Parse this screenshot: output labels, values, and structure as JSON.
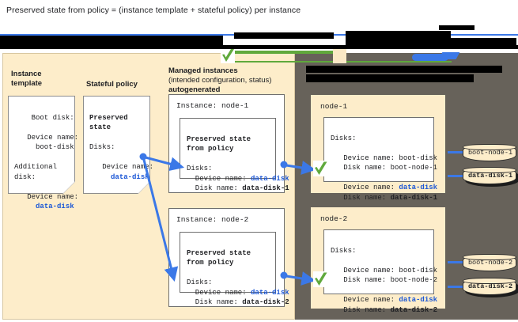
{
  "caption": "Preserved state from policy = (instance template + stateful policy) per instance",
  "colors": {
    "cream_panel": "#fdedca",
    "dark_panel": "#67625a",
    "accent_blue": "#3b78e7",
    "link_blue": "#1a56d6",
    "check_green": "#60a93c",
    "redaction": "#000000"
  },
  "legend": {
    "check_icon": "green-check-icon",
    "beige_swatch": "beige-swatch",
    "blue_shape": "blue-arrow-shape",
    "redacted": true
  },
  "columns": {
    "instance_template": {
      "heading_line1": "Instance",
      "heading_line2": "template",
      "card": "Boot disk:\n\n   Device name:\n     boot-disk\n\nAdditional\ndisk:\n\n   Device name:\n     data-disk"
    },
    "stateful_policy": {
      "heading_line1": "Stateful policy",
      "card_title_line1": "Preserved",
      "card_title_line2": "state",
      "card_body": "Disks:\n\n   Device name:\n     data-disk"
    },
    "managed_instances": {
      "heading_line1": "Managed instances",
      "heading_line2": "(intended configuration, status)",
      "heading_line3": "autogenerated",
      "instances": [
        {
          "title": "Instance: node-1",
          "inner_title_line1": "Preserved state",
          "inner_title_line2": "from policy",
          "inner_label": "Disks:",
          "device_label": "  Device name: ",
          "device_value": "data-disk",
          "disk_label": "  Disk name: ",
          "disk_value": "data-disk-1"
        },
        {
          "title": "Instance: node-2",
          "inner_title_line1": "Preserved state",
          "inner_title_line2": "from policy",
          "inner_label": "Disks:",
          "device_label": "  Device name: ",
          "device_value": "data-disk",
          "disk_label": "  Disk name: ",
          "disk_value": "data-disk-2"
        }
      ]
    },
    "right_panel": {
      "heading_redacted_line1": "",
      "heading_redacted_line2": "",
      "nodes": [
        {
          "title": "node-1",
          "inner_label": "Disks:",
          "boot_device_label": "   Device name: boot-disk",
          "boot_disk_label": "   Disk name: boot-node-1",
          "data_device_label": "   Device name: ",
          "data_device_value": "data-disk",
          "data_disk_label": "   Disk name: ",
          "data_disk_value": "data-disk-1",
          "check_icon": "green-check-icon",
          "disks": [
            {
              "name": "boot-node-1",
              "highlighted": false
            },
            {
              "name": "data-disk-1",
              "highlighted": true
            }
          ]
        },
        {
          "title": "node-2",
          "inner_label": "Disks:",
          "boot_device_label": "   Device name: boot-disk",
          "boot_disk_label": "   Disk name: boot-node-2",
          "data_device_label": "   Device name: ",
          "data_device_value": "data-disk",
          "data_disk_label": "   Disk name: ",
          "data_disk_value": "data-disk-2",
          "check_icon": "green-check-icon",
          "disks": [
            {
              "name": "boot-node-2",
              "highlighted": false
            },
            {
              "name": "data-disk-2",
              "highlighted": true
            }
          ]
        }
      ]
    }
  }
}
